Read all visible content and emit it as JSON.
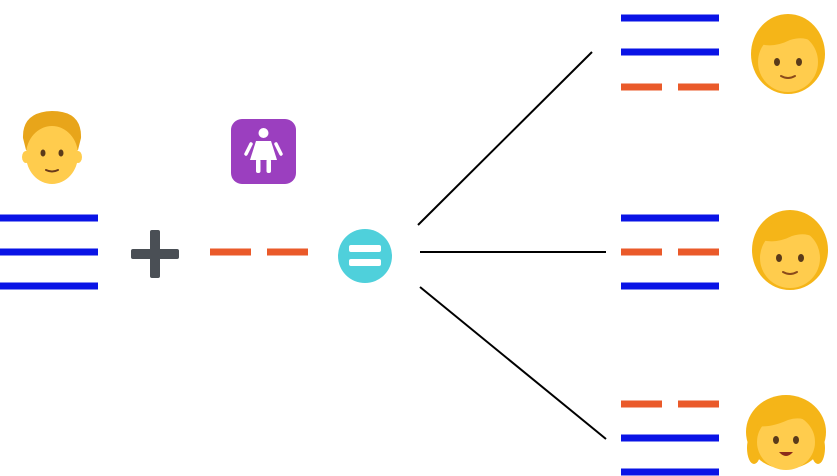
{
  "colors": {
    "male_line": "#0a14e6",
    "female_line": "#ea5a2a",
    "plus_sign": "#4a4f55",
    "equals_circle": "#4fd0db",
    "equals_bars": "#ffffff",
    "connector": "#000000",
    "skin": "#ffcc4d",
    "hair": "#f5b518",
    "hair_man": "#e8a51a",
    "restroom_bg": "#9b3fbf"
  },
  "icons": {
    "parent_male": "man-emoji-icon",
    "parent_female": "woman-restroom-symbol-icon",
    "operator_plus": "plus-sign-icon",
    "operator_equals": "equals-sign-icon",
    "child_1": "child-emoji-icon",
    "child_2": "child-emoji-icon",
    "child_3": "girl-emoji-icon"
  },
  "parents": {
    "male": {
      "lines": [
        "solid",
        "solid",
        "solid"
      ]
    },
    "female": {
      "lines": [
        "dashed"
      ]
    }
  },
  "offspring": [
    {
      "lines": [
        "solid",
        "solid",
        "dashed"
      ]
    },
    {
      "lines": [
        "solid",
        "dashed",
        "solid"
      ]
    },
    {
      "lines": [
        "dashed",
        "solid",
        "solid"
      ]
    }
  ]
}
